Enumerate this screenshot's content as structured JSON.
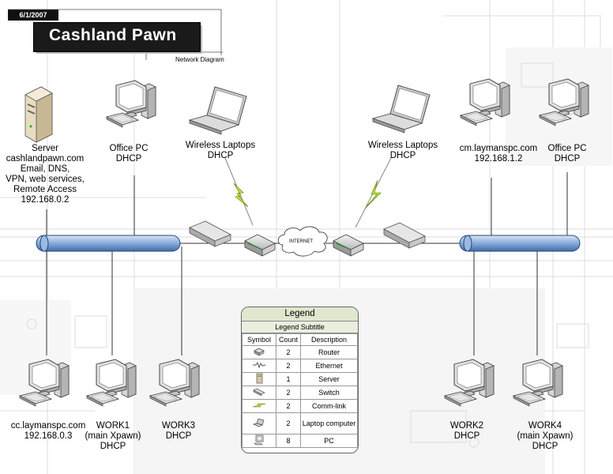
{
  "header": {
    "date": "6/1/2007",
    "title": "Cashland Pawn",
    "subtitle": "Network Diagram"
  },
  "internet_label": "INTERNET",
  "nodes": {
    "server": [
      "Server",
      "cashlandpawn.com",
      "Email, DNS,",
      "VPN, web services,",
      "Remote Access",
      "192.168.0.2"
    ],
    "office_pc_left": [
      "Office PC",
      "DHCP"
    ],
    "wireless_left": [
      "Wireless Laptops",
      "DHCP"
    ],
    "wireless_right": [
      "Wireless Laptops",
      "DHCP"
    ],
    "cm_pc": [
      "cm.laymanspc.com",
      "192.168.1.2"
    ],
    "office_pc_right": [
      "Office PC",
      "DHCP"
    ],
    "cc_pc": [
      "cc.laymanspc.com",
      "192.168.0.3"
    ],
    "work1": [
      "WORK1",
      "(main Xpawn)",
      "DHCP"
    ],
    "work3": [
      "WORK3",
      "DHCP"
    ],
    "work2": [
      "WORK2",
      "DHCP"
    ],
    "work4": [
      "WORK4",
      "(main Xpawn)",
      "DHCP"
    ]
  },
  "legend": {
    "title": "Legend",
    "subtitle": "Legend Subtitle",
    "headers": [
      "Symbol",
      "Count",
      "Description"
    ],
    "rows": [
      {
        "icon": "router-icon",
        "count": "2",
        "description": "Router"
      },
      {
        "icon": "ethernet-icon",
        "count": "2",
        "description": "Ethernet"
      },
      {
        "icon": "server-icon",
        "count": "1",
        "description": "Server"
      },
      {
        "icon": "switch-icon",
        "count": "2",
        "description": "Switch"
      },
      {
        "icon": "comm-link-icon",
        "count": "2",
        "description": "Comm-link"
      },
      {
        "icon": "laptop-icon",
        "count": "2",
        "description": "Laptop computer"
      },
      {
        "icon": "pc-icon",
        "count": "8",
        "description": "PC"
      }
    ]
  }
}
